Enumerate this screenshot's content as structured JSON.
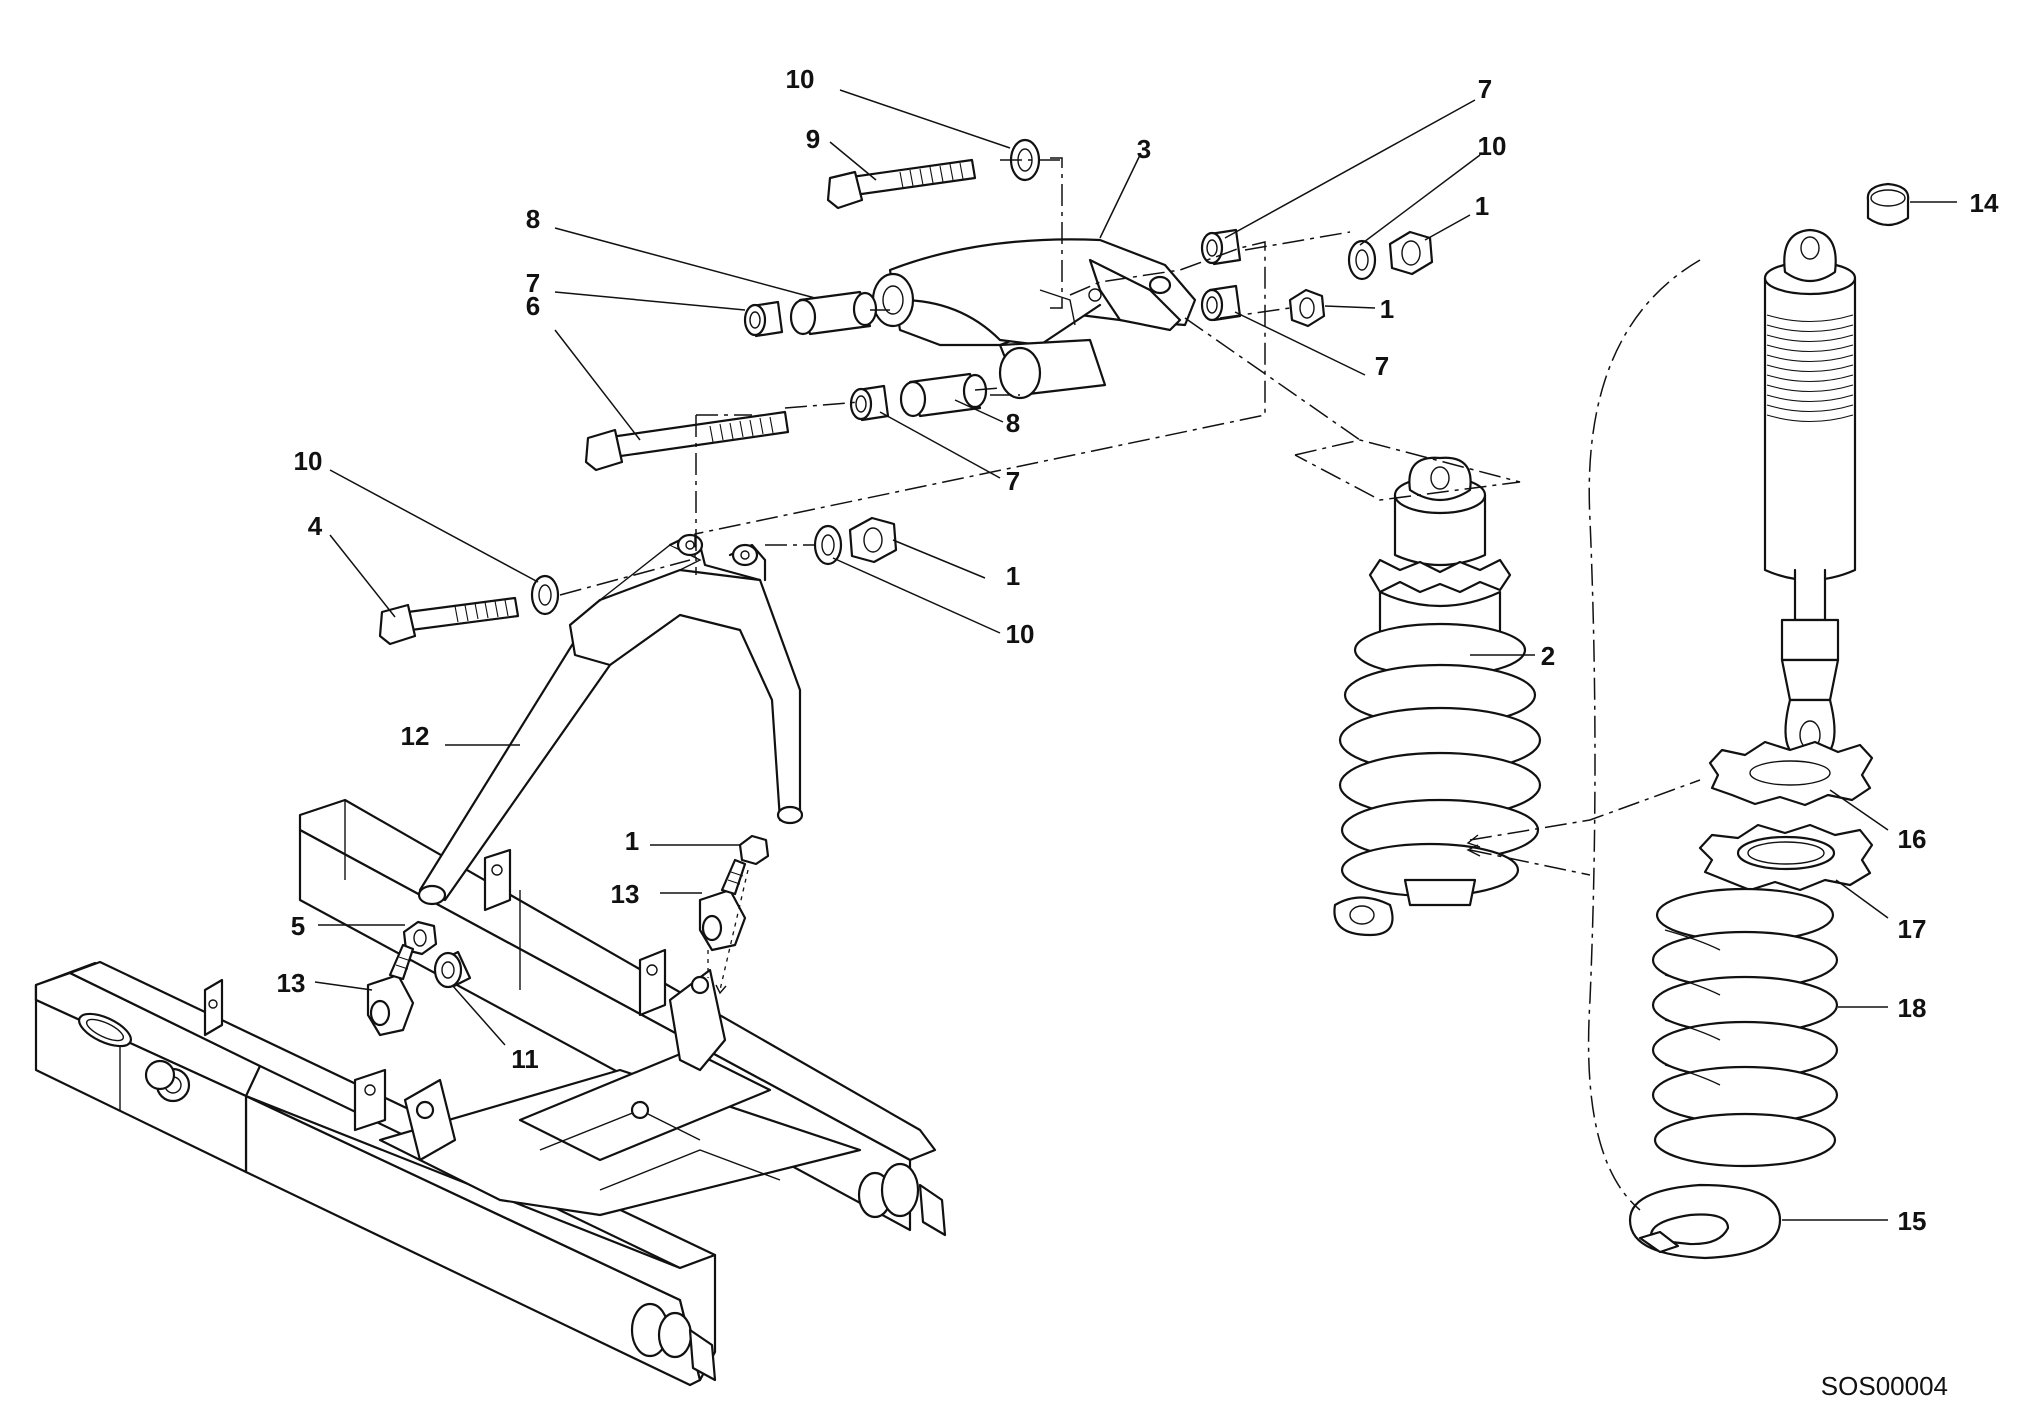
{
  "diagram": {
    "callouts": {
      "c10a": "10",
      "c9": "9",
      "c8a": "8",
      "c7a": "7",
      "c6": "6",
      "c3": "3",
      "c7b": "7",
      "c10b": "10",
      "c1a": "1",
      "c1b": "1",
      "c7c": "7",
      "c8b": "8",
      "c7d": "7",
      "c10c": "10",
      "c4": "4",
      "c1c": "1",
      "c10d": "10",
      "c2": "2",
      "c12": "12",
      "c1d": "1",
      "c13a": "13",
      "c5": "5",
      "c13b": "13",
      "c11": "11",
      "c14": "14",
      "c16": "16",
      "c17": "17",
      "c18": "18",
      "c15": "15"
    },
    "drawing_code": "SOS00004"
  }
}
